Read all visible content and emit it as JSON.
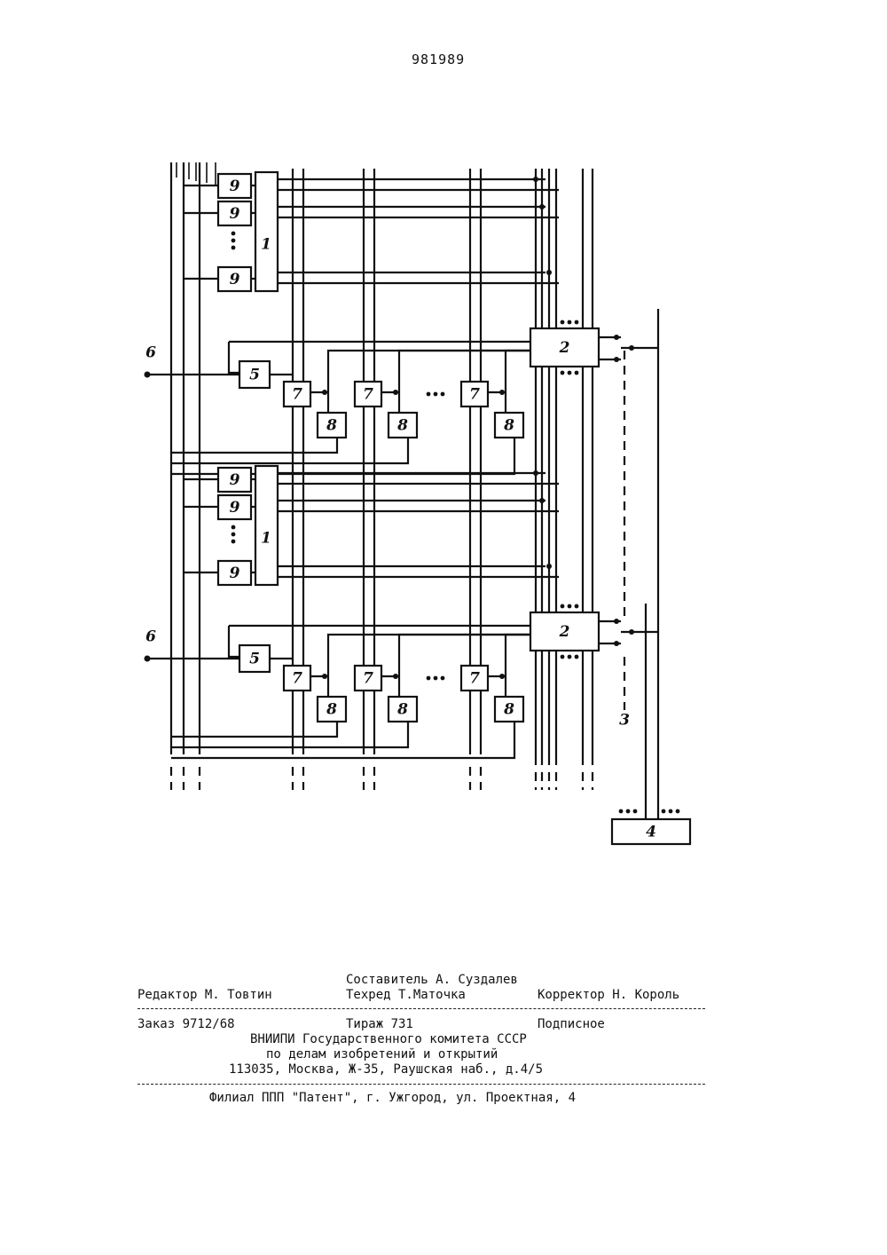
{
  "document": {
    "patent_number": "981989"
  },
  "schematic": {
    "labels": {
      "register": "1",
      "switch_unit": "2",
      "bus": "3",
      "processor": "4",
      "control": "5",
      "input": "6",
      "gate": "7",
      "trigger": "8",
      "memory_cell": "9"
    }
  },
  "imprint": {
    "compiler": "Составитель А. Суздалев",
    "editor": "Редактор М. Товтин",
    "tech_editor": "Техред Т.Маточка",
    "proofreader": "Корректор Н. Король",
    "order": "Заказ 9712/68",
    "circulation": "Тираж 731",
    "subscription": "Подписное",
    "org_line1": "ВНИИПИ Государственного комитета СССР",
    "org_line2": "по делам изобретений и открытий",
    "address": "113035, Москва, Ж-35, Раушская наб., д.4/5",
    "branch": "Филиал ППП \"Патент\", г. Ужгород, ул. Проектная, 4"
  }
}
